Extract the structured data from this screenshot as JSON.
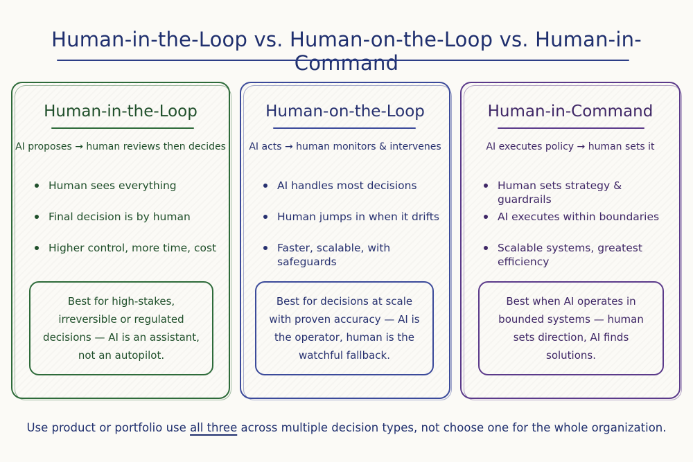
{
  "title": "Human-in-the-Loop vs. Human-on-the-Loop vs. Human-in-Command",
  "columns": [
    {
      "heading": "Human-in-the-Loop",
      "subtitle": "AI proposes → human reviews then decides",
      "bullets": [
        "Human sees everything",
        "Final decision is by human",
        "Higher control, more time, cost"
      ],
      "callout": "Best for high-stakes, irreversible or regulated decisions — AI is an assistant, not an autopilot.",
      "color": "#2e6b3a"
    },
    {
      "heading": "Human-on-the-Loop",
      "subtitle": "AI acts → human monitors & intervenes",
      "bullets": [
        "AI handles most decisions",
        "Human jumps in when it drifts",
        "Faster, scalable, with safeguards"
      ],
      "callout": "Best for decisions at scale with proven accuracy — AI is the operator, human is the watchful fallback.",
      "color": "#3b4a9a"
    },
    {
      "heading": "Human-in-Command",
      "subtitle": "AI executes policy → human sets it",
      "bullets": [
        "Human sets strategy & guardrails",
        "AI executes within boundaries",
        "Scalable systems, greatest efficiency"
      ],
      "callout": "Best when AI operates in bounded systems — human sets direction, AI finds solutions.",
      "color": "#5b3a8a"
    }
  ],
  "footer": {
    "before": "Use product or portfolio use ",
    "emphasis": "all three",
    "after": " across multiple decision types, not choose one for the whole organization."
  }
}
